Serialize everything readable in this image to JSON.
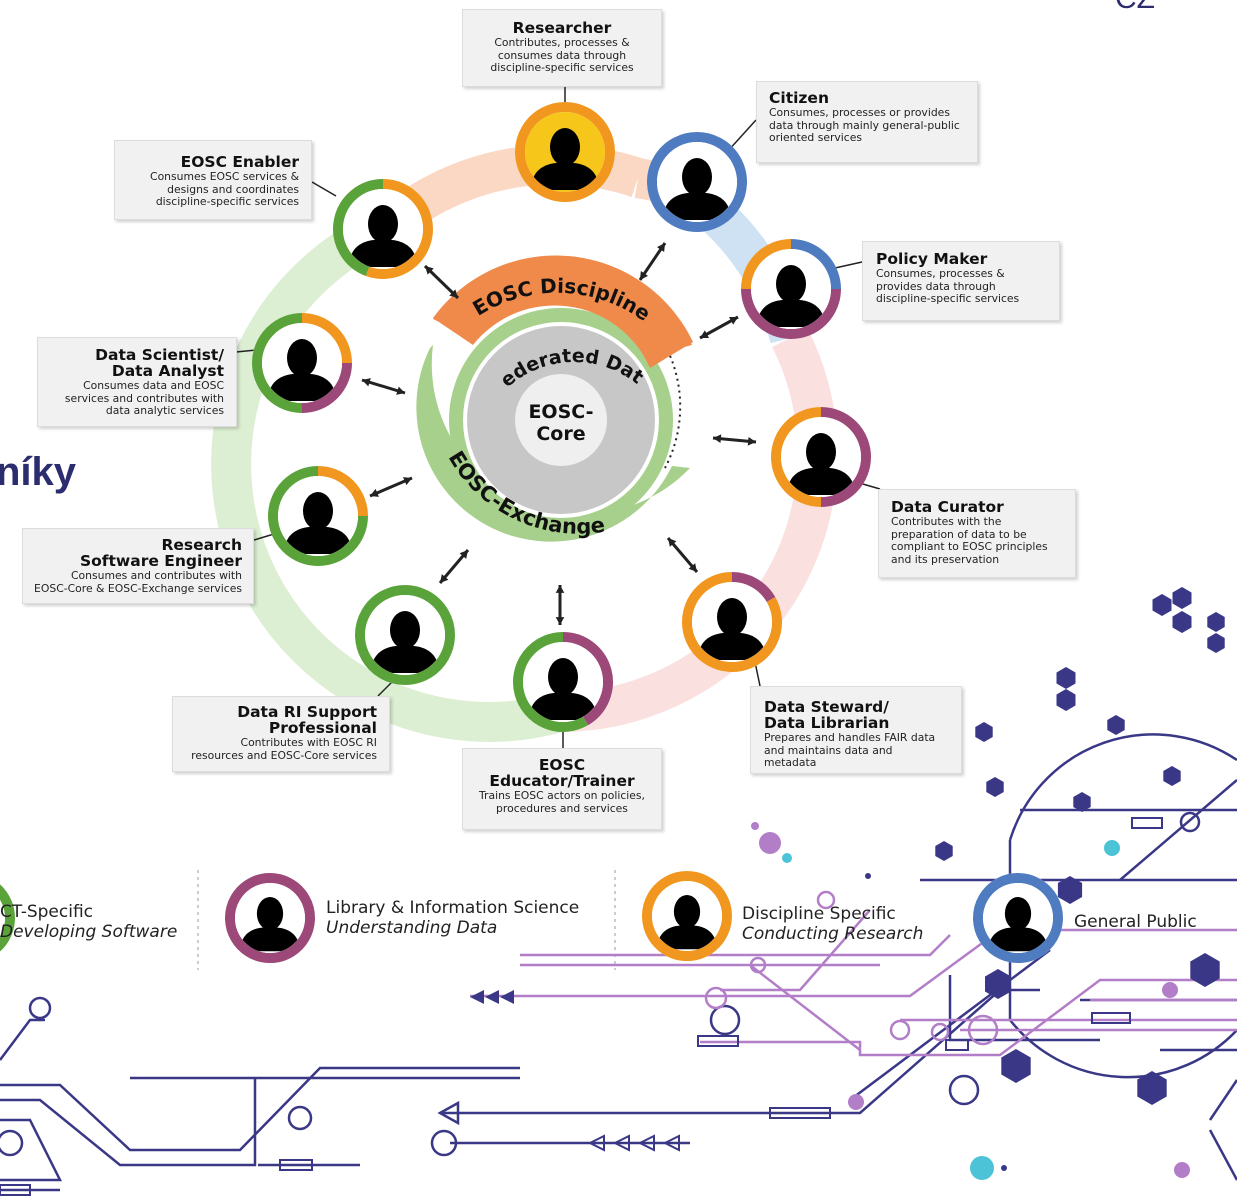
{
  "heading_fragment": "níky",
  "top_right_fragment": "CZ",
  "center": {
    "discipline_label": "EOSC Discipline",
    "federated_label": "Federated Data",
    "core_label_line1": "EOSC-",
    "core_label_line2": "Core",
    "exchange_label": "EOSC-Exchange"
  },
  "actors": [
    {
      "id": "researcher",
      "title": "Researcher",
      "desc": "Contributes, processes &\nconsumes  data through\ndiscipline-specific services"
    },
    {
      "id": "citizen",
      "title": "Citizen",
      "desc": "Consumes, processes or provides\ndata through mainly general-public\noriented services"
    },
    {
      "id": "policy",
      "title": "Policy Maker",
      "desc": "Consumes, processes &\nprovides data through\ndiscipline-specific services"
    },
    {
      "id": "curator",
      "title": "Data Curator",
      "desc": "Contributes with the\npreparation of data to be\ncompliant to EOSC principles\nand its preservation"
    },
    {
      "id": "steward",
      "title": "Data Steward/\nData Librarian",
      "desc": "Prepares and handles FAIR data\nand maintains data and metadata"
    },
    {
      "id": "educator",
      "title": "EOSC\nEducator/Trainer",
      "desc": "Trains EOSC actors on policies,\nprocedures and services"
    },
    {
      "id": "ri",
      "title": "Data RI Support\nProfessional",
      "desc": "Contributes with EOSC RI\nresources and EOSC-Core services"
    },
    {
      "id": "rse",
      "title": "Research\nSoftware Engineer",
      "desc": "Consumes and contributes with\nEOSC-Core & EOSC-Exchange services"
    },
    {
      "id": "scientist",
      "title": "Data Scientist/\nData Analyst",
      "desc": "Consumes data and EOSC\nservices and contributes with\ndata analytic services"
    },
    {
      "id": "enabler",
      "title": "EOSC Enabler",
      "desc": "Consumes EOSC services &\ndesigns and coordinates\ndiscipline-specific services"
    }
  ],
  "legend": [
    {
      "id": "ict",
      "title": "CT-Specific",
      "subtitle": "Developing Software"
    },
    {
      "id": "lis",
      "title": "Library & Information Science",
      "subtitle": "Understanding Data"
    },
    {
      "id": "disc",
      "title": "Discipline Specific",
      "subtitle": "Conducting Research"
    },
    {
      "id": "gp",
      "title": "General Public",
      "subtitle": ""
    }
  ],
  "colors": {
    "ict_green": "#5aa33a",
    "lis_purple": "#9c4878",
    "discipline_orange": "#f1971f",
    "general_blue": "#4f7cc0",
    "researcher_fill": "#f6c71a",
    "discipline_band": "#f08a4b",
    "exchange_band": "#a7d08c",
    "core_gray": "#c7c7c7",
    "navy": "#3a3886",
    "lilac": "#b37ec8",
    "cyan": "#4cc3d6"
  }
}
